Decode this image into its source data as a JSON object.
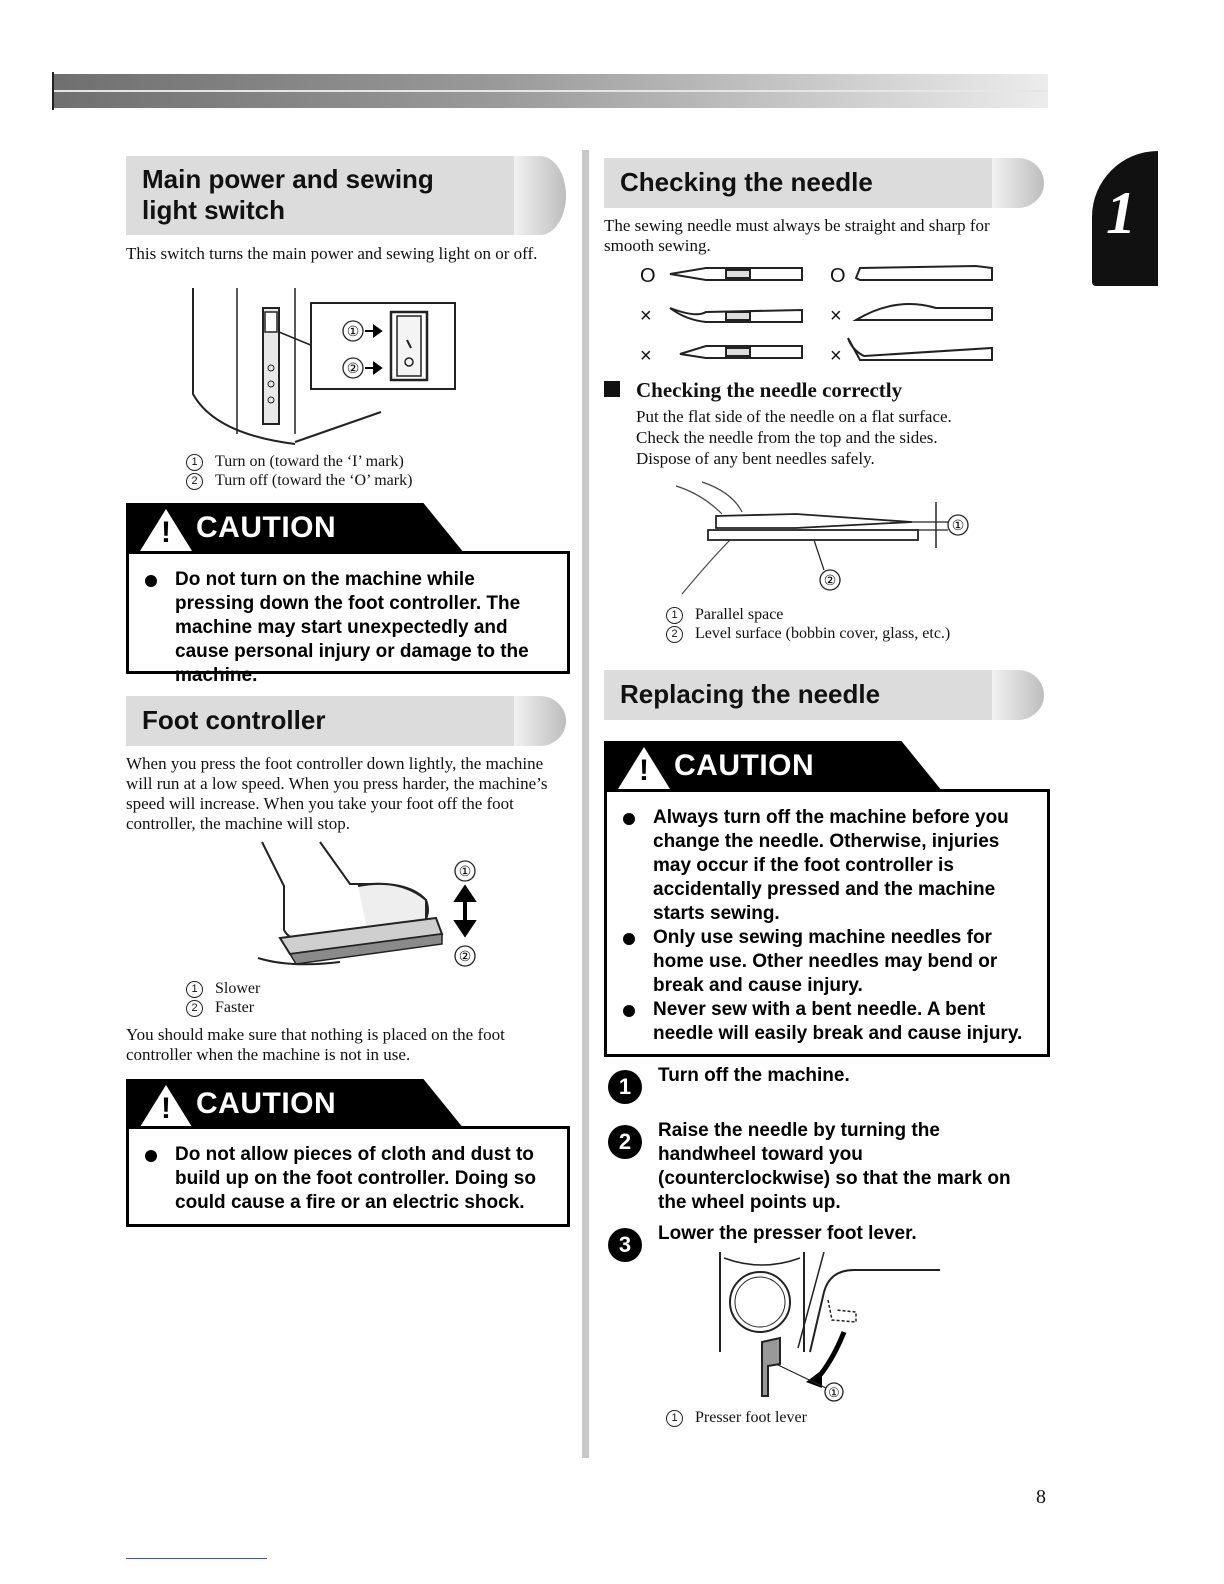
{
  "chapter_tab": "1",
  "page_number": "8",
  "left": {
    "power_section": {
      "title_line1": "Main power and sewing",
      "title_line2": "light switch",
      "intro": "This switch turns the main power and sewing light on or off.",
      "callouts": [
        "Turn on (toward the ‘I’ mark)",
        "Turn off (toward the ‘O’ mark)"
      ],
      "caution_label": "CAUTION",
      "caution_items": [
        "Do not turn on the machine while pressing down the foot controller. The machine may start unexpectedly and cause personal injury or damage to the machine."
      ]
    },
    "foot_section": {
      "title": "Foot controller",
      "intro": "When you press the foot controller down lightly, the machine will run at a low speed. When you press harder, the machine’s speed will increase. When you take your foot off the foot controller, the machine will stop.",
      "callouts": [
        "Slower",
        "Faster"
      ],
      "note": "You should make sure that nothing is placed on the foot controller when the machine is not in use.",
      "caution_label": "CAUTION",
      "caution_items": [
        "Do not allow pieces of cloth and dust to build up on the foot controller. Doing so could cause a fire or an electric shock."
      ]
    }
  },
  "right": {
    "check_section": {
      "title": "Checking the needle",
      "intro": "The sewing needle must always be straight and sharp for smooth sewing.",
      "ok_mark": "O",
      "bad_mark": "×",
      "subheading": "Checking the needle correctly",
      "sub_lines": [
        "Put the flat side of the needle on a flat surface.",
        "Check the needle from the top and the sides.",
        "Dispose of any bent needles safely."
      ],
      "callouts": [
        "Parallel space",
        "Level surface (bobbin cover, glass, etc.)"
      ]
    },
    "replace_section": {
      "title": "Replacing the needle",
      "caution_label": "CAUTION",
      "caution_items": [
        "Always turn off the machine before you change the needle. Otherwise, injuries may occur if the foot controller is accidentally pressed and the machine starts sewing.",
        "Only use sewing machine needles for home use. Other needles may bend or break and cause injury.",
        "Never sew with a bent needle. A bent needle will easily break and cause injury."
      ],
      "steps": [
        {
          "num": "1",
          "text": "Turn off the machine."
        },
        {
          "num": "2",
          "text": "Raise the needle by turning the handwheel toward you (counterclockwise) so that the mark on the wheel points up."
        },
        {
          "num": "3",
          "text": "Lower the presser foot lever."
        }
      ],
      "callouts": [
        "Presser foot lever"
      ]
    }
  },
  "markers": [
    "①",
    "②"
  ]
}
